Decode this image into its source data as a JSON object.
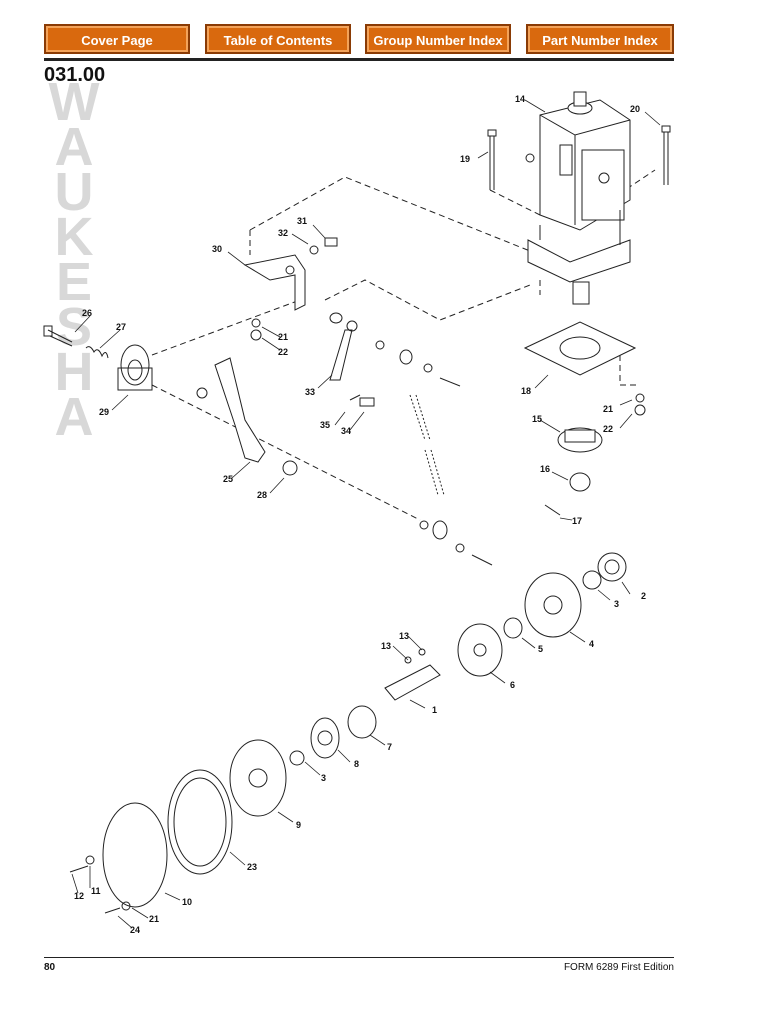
{
  "nav": {
    "cover": "Cover Page",
    "toc": "Table of Contents",
    "group": "Group Number Index",
    "part": "Part Number Index"
  },
  "section_number": "031.00",
  "brand_letters": [
    "W",
    "A",
    "U",
    "K",
    "E",
    "S",
    "H",
    "A"
  ],
  "callouts": [
    "14",
    "20",
    "19",
    "31",
    "32",
    "30",
    "26",
    "27",
    "21",
    "22",
    "33",
    "18",
    "21",
    "22",
    "35",
    "34",
    "29",
    "15",
    "25",
    "28",
    "16",
    "17",
    "2",
    "3",
    "5",
    "4",
    "13",
    "13",
    "6",
    "1",
    "7",
    "8",
    "3",
    "9",
    "23",
    "11",
    "12",
    "10",
    "21",
    "24"
  ],
  "footer": {
    "page": "80",
    "form": "FORM 6289 First Edition"
  }
}
